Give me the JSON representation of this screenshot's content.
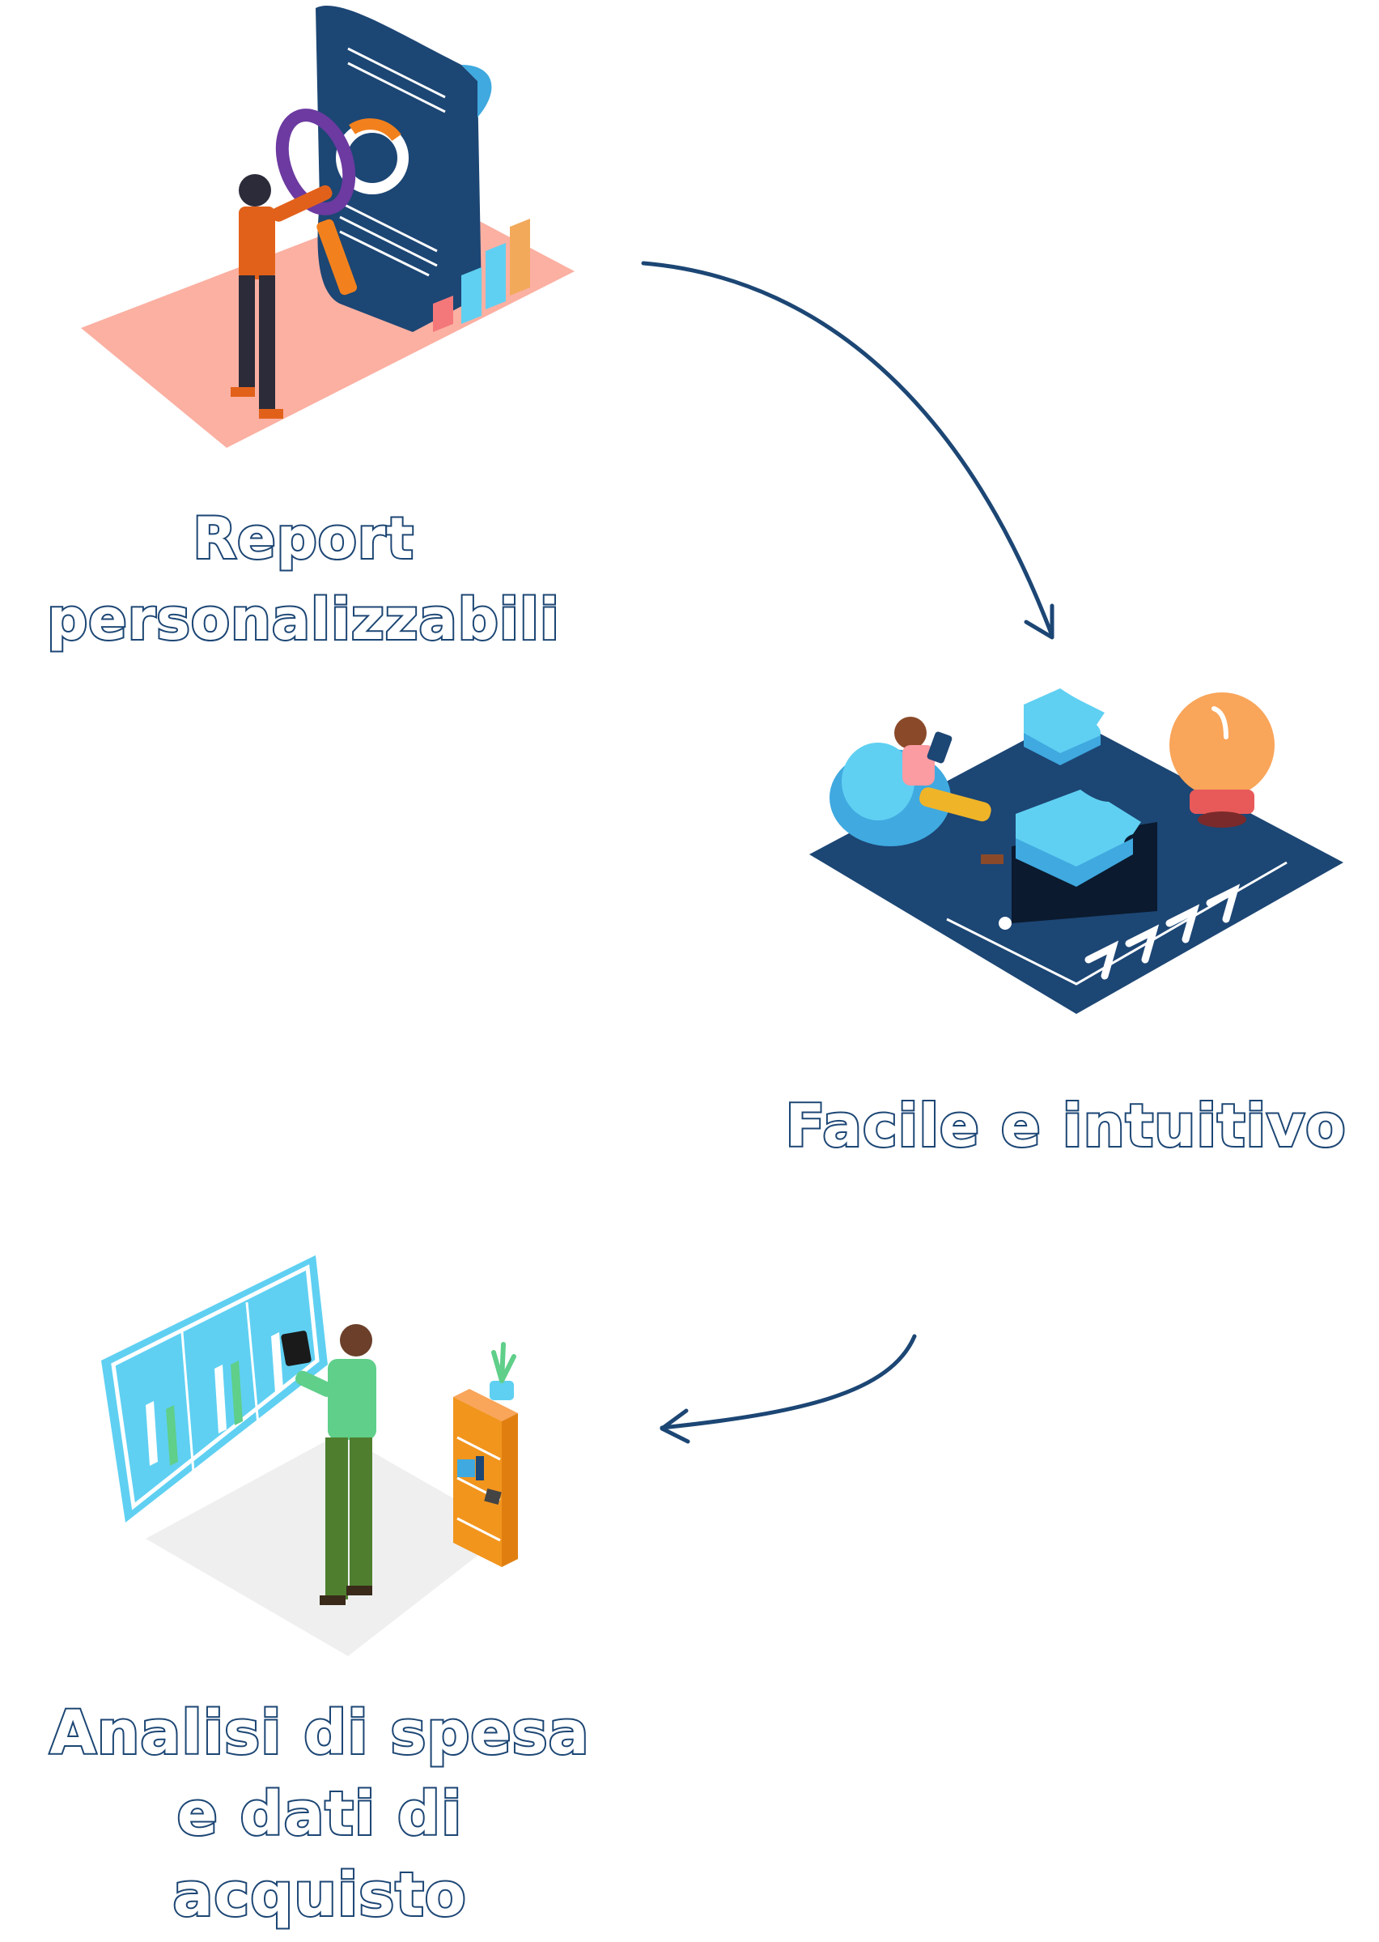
{
  "steps": [
    {
      "label_lines": [
        "Report",
        "personalizzabili"
      ],
      "illustration": "person-magnifier-report-icon"
    },
    {
      "label_lines": [
        "Facile e intuitivo"
      ],
      "illustration": "person-puzzle-lightbulb-icon"
    },
    {
      "label_lines": [
        "Analisi di spesa",
        "e dati di",
        "acquisto"
      ],
      "illustration": "person-dashboard-chart-icon"
    }
  ],
  "colors": {
    "label_outline": "#1c4674",
    "arrow": "#1c4674",
    "platform_pink": "#fbb0a2",
    "platform_navy": "#1c4674",
    "platform_grey": "#efefef",
    "accent_orange": "#f2811d",
    "accent_cyan": "#5fd0f2",
    "accent_green": "#5fcf8a",
    "accent_purple": "#6c3aa0"
  }
}
